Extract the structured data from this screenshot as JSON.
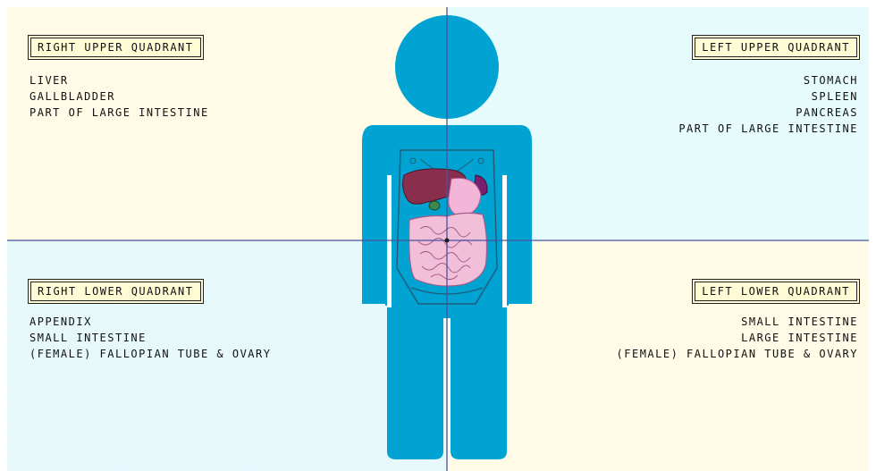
{
  "quadrants": {
    "right_upper": {
      "title": "RIGHT UPPER QUADRANT",
      "organs": [
        "LIVER",
        "GALLBLADDER",
        "PART OF LARGE INTESTINE"
      ]
    },
    "left_upper": {
      "title": "LEFT UPPER QUADRANT",
      "organs": [
        "STOMACH",
        "SPLEEN",
        "PANCREAS",
        "PART OF LARGE INTESTINE"
      ]
    },
    "right_lower": {
      "title": "RIGHT LOWER QUADRANT",
      "organs": [
        "APPENDIX",
        "SMALL INTESTINE",
        "(FEMALE) FALLOPIAN TUBE & OVARY"
      ]
    },
    "left_lower": {
      "title": "LEFT LOWER QUADRANT",
      "organs": [
        "SMALL INTESTINE",
        "LARGE INTESTINE",
        "(FEMALE) FALLOPIAN TUBE & OVARY"
      ]
    }
  },
  "colors": {
    "figure": "#00a3d1",
    "divider": "#4a52a0",
    "label_bg": "#fffcd5",
    "cream": "#fffbe6",
    "cyan": "#e6fbfc"
  }
}
